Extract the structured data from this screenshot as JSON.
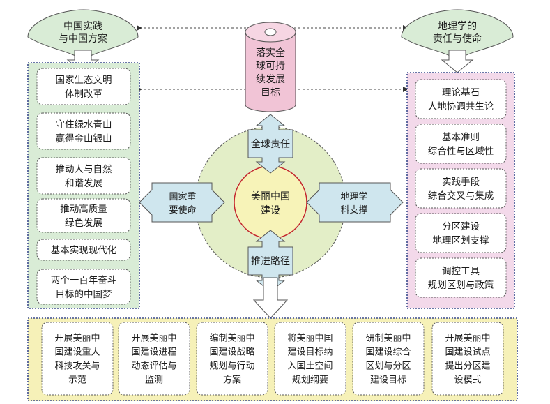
{
  "left_head": {
    "line1": "中国实践",
    "line2": "与中国方案"
  },
  "right_head": {
    "line1": "地理学的",
    "line2": "责任与使命"
  },
  "cylinder": {
    "lines": [
      "落实全",
      "球可持",
      "续发展",
      "目标"
    ]
  },
  "left_items": [
    [
      "国家生态文明",
      "体制改革"
    ],
    [
      "守住绿水青山",
      "赢得金山银山"
    ],
    [
      "推动人与自然",
      "和谐发展"
    ],
    [
      "推动高质量",
      "绿色发展"
    ],
    [
      "基本实现现代化"
    ],
    [
      "两个一百年奋斗",
      "目标的中国梦"
    ]
  ],
  "right_items": [
    [
      "理论基石",
      "人地协调共生论"
    ],
    [
      "基本准则",
      "综合性与区域性"
    ],
    [
      "实践手段",
      "综合交叉与集成"
    ],
    [
      "分区建设",
      "地理区划支撑"
    ],
    [
      "调控工具",
      "规划区划与政策"
    ]
  ],
  "center": {
    "line1": "美丽中国",
    "line2": "建设"
  },
  "arrows": {
    "top": "全球责任",
    "left": [
      "国家重",
      "要使命"
    ],
    "right": [
      "地理学",
      "科支撑"
    ],
    "bottom": "推进路径"
  },
  "bottom_items": [
    [
      "开展美丽中",
      "国建设重大",
      "科技攻关与",
      "示范"
    ],
    [
      "开展美丽中",
      "国建设进程",
      "动态评估与",
      "监测"
    ],
    [
      "编制美丽中",
      "国建设战略",
      "规划与行动",
      "方案"
    ],
    [
      "将美丽中国",
      "建设目标纳",
      "入国土空间",
      "规划纲要"
    ],
    [
      "研制美丽中",
      "国建设综合",
      "区划与分区",
      "建设目标"
    ],
    [
      "开展美丽中",
      "国建设试点",
      "提出分区建",
      "设模式"
    ]
  ],
  "colors": {
    "green_fill": "#d9ecd6",
    "pink_fill": "#f3d9ea",
    "yellow_fill": "#f6f1b8",
    "arrow_fill": "#cfe6ee",
    "circle_fill": "#e3eec7",
    "center_fill": "#f7f3b8",
    "center_stroke": "#c4262e",
    "cyl_fill": "#f1c4d6"
  }
}
